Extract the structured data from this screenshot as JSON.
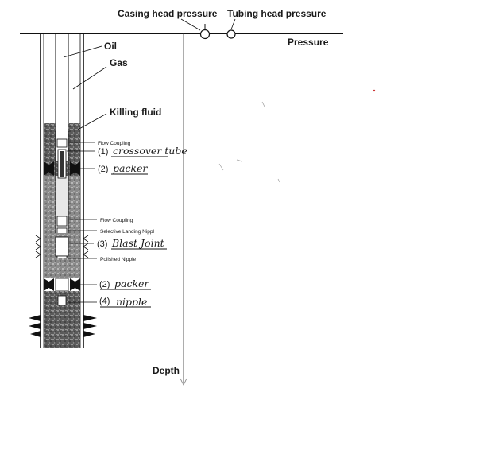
{
  "gauges": {
    "casing": "Casing head pressure",
    "tubing": "Tubing head pressure"
  },
  "axes": {
    "x": "Pressure",
    "y": "Depth"
  },
  "fluids": {
    "oil": "Oil",
    "gas": "Gas",
    "killing": "Killing fluid"
  },
  "components": {
    "flow_coupling_1": "Flow Coupling",
    "crossover": {
      "num": "(1)",
      "name": "crossover tube"
    },
    "packer_1": {
      "num": "(2)",
      "name": "packer"
    },
    "flow_coupling_2": "Flow Coupling",
    "selective_landing": "Selective Landing Nippl",
    "blast_joint": {
      "num": "(3)",
      "name": "Blast Joint"
    },
    "polished_nipple": "Polished Nipple",
    "packer_2": {
      "num": "(2)",
      "name": "packer"
    },
    "nipple": {
      "num": "(4)",
      "name": "nipple"
    }
  }
}
